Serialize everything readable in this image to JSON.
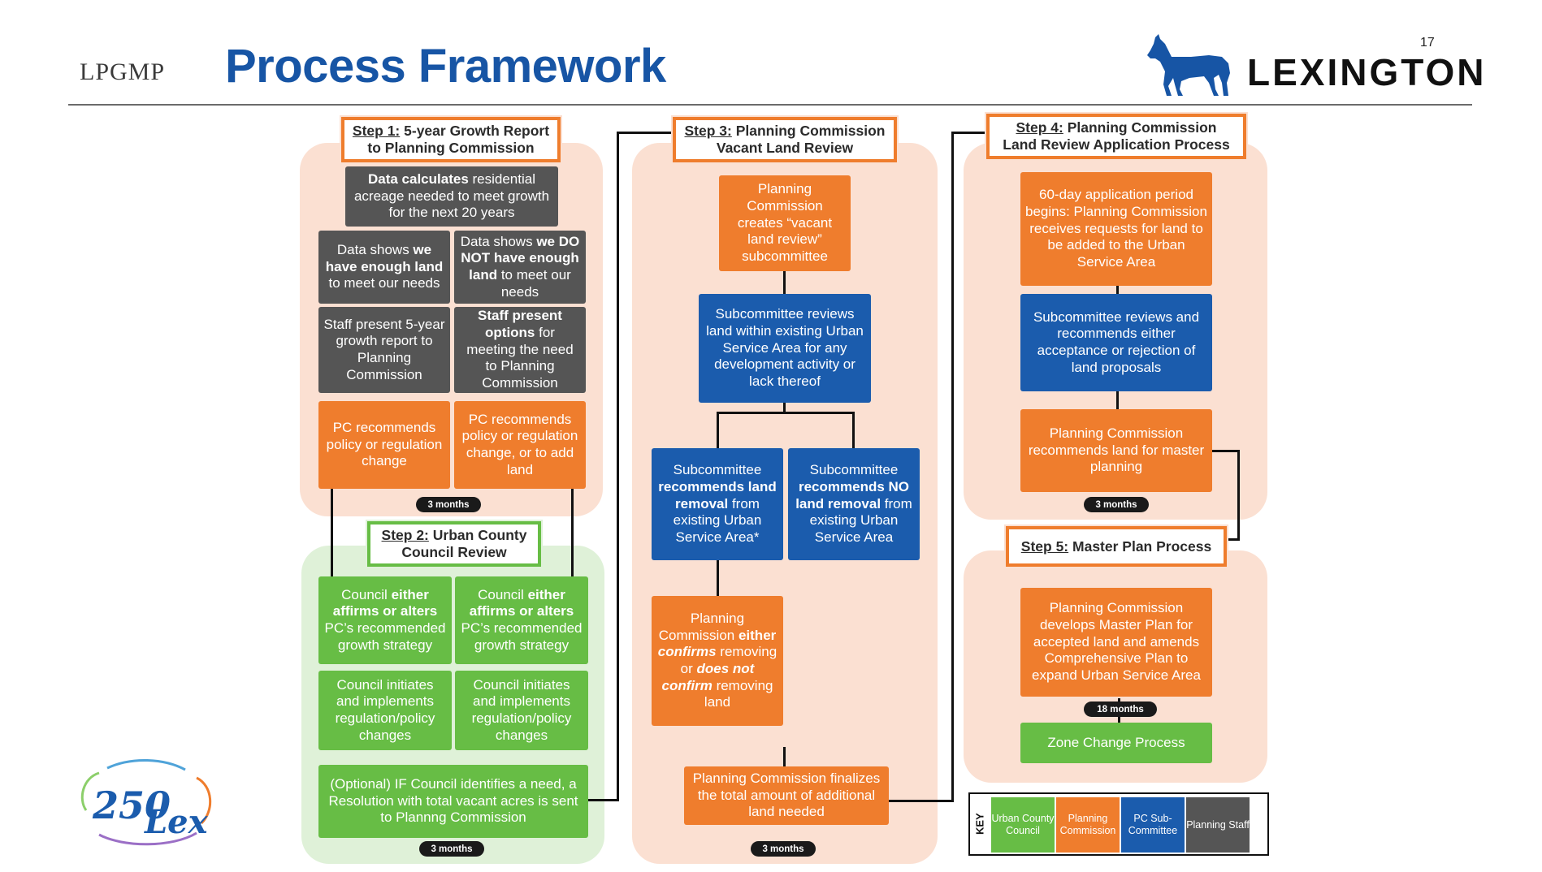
{
  "header": {
    "left_label": "LPGMP",
    "title": "Process Framework",
    "page_number": "17",
    "brand": "LEXINGTON"
  },
  "logo_text": "250 Lex",
  "step1": {
    "title_prefix": "Step 1:",
    "title_rest": "5-year Growth Report",
    "title_line2": "to Planning Commission",
    "data_box": [
      "Data calculates",
      " residential acreage needed to meet growth for the next 20 years"
    ],
    "enough_box": [
      "Data shows ",
      "we have enough land",
      " to meet our needs"
    ],
    "not_enough_box": [
      "Data shows ",
      "we DO NOT have enough land",
      " to meet our needs"
    ],
    "staff_report": "Staff present 5-year growth report to Planning Commission",
    "staff_options": [
      "Staff present options",
      " for meeting the need to Planning Commission"
    ],
    "pc_left": "PC recommends policy or regulation change",
    "pc_right": "PC recommends policy or regulation change, or to add land",
    "duration": "3 months"
  },
  "step2": {
    "title_prefix": "Step 2:",
    "title_rest": "Urban County",
    "title_line2": "Council Review",
    "council_left": [
      "Council ",
      "either affirms or alters",
      " PC’s recommended growth strategy"
    ],
    "council_right": [
      "Council ",
      "either affirms or alters",
      " PC’s recommended growth strategy"
    ],
    "implement_left": "Council initiates and implements regulation/policy changes",
    "implement_right": "Council initiates and implements regulation/policy changes",
    "optional": "(Optional) IF Council identifies a need, a Resolution with total vacant acres is sent to Plannng Commission",
    "duration": "3 months"
  },
  "step3": {
    "title_prefix": "Step 3:",
    "title_rest": "Planning Commission",
    "title_line2": "Vacant Land Review",
    "create_sub": "Planning Commission creates “vacant land review” subcommittee",
    "sub_reviews": "Subcommittee reviews land within existing Urban Service Area for any development activity or lack thereof",
    "sub_removal": [
      "Subcommittee ",
      "recommends land removal",
      " from existing Urban Service Area*"
    ],
    "sub_no_removal": [
      "Subcommittee ",
      "recommends NO land removal",
      " from existing Urban Service Area"
    ],
    "pc_confirm": [
      "Planning Commission ",
      "either ",
      "confirms",
      " removing or ",
      "does not confirm",
      " removing land"
    ],
    "finalize": "Planning Commission finalizes the total amount of additional land needed",
    "duration": "3 months"
  },
  "step4": {
    "title_prefix": "Step 4:",
    "title_rest": "Planning Commission",
    "title_line2": "Land Review Application Process",
    "application": "60-day application period begins: Planning Commission receives requests for land to be added to the Urban Service Area",
    "sub_reviews": "Subcommittee reviews and recommends either acceptance or rejection of land proposals",
    "pc_recommends": "Planning Commission recommends land for master planning",
    "duration": "3 months"
  },
  "step5": {
    "title_prefix": "Step 5:",
    "title_rest": "Master Plan Process",
    "develops": "Planning Commission develops Master Plan for accepted land and amends Comprehensive Plan to expand Urban Service Area",
    "duration": "18 months",
    "zone_change": "Zone Change Process"
  },
  "key": {
    "label": "KEY",
    "items": [
      {
        "label": "Urban County Council",
        "color": "#67bd45"
      },
      {
        "label": "Planning Commission",
        "color": "#ef7d2d"
      },
      {
        "label": "PC Sub-Committee",
        "color": "#1b5cad"
      },
      {
        "label": "Planning Staff",
        "color": "#555555"
      }
    ]
  },
  "colors": {
    "title_blue": "#1755a5",
    "planning_commission": "#ef7d2d",
    "subcommittee": "#1b5cad",
    "council": "#67bd45",
    "staff": "#555555",
    "panel_pink": "#fbe0d2",
    "panel_green": "#dff1d8"
  }
}
